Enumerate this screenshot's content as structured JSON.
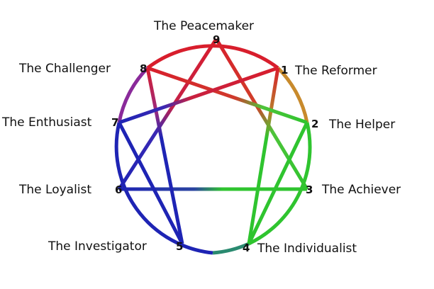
{
  "colors": {
    "background": "#ffffff",
    "text": "#111111",
    "head_center": "#d81e2c",
    "heart_center": "#2fc42f",
    "gut_center": "#1e24b4"
  },
  "points": [
    {
      "number": "9",
      "name": "The Peacemaker"
    },
    {
      "number": "1",
      "name": "The Reformer"
    },
    {
      "number": "2",
      "name": "The Helper"
    },
    {
      "number": "3",
      "name": "The Achiever"
    },
    {
      "number": "4",
      "name": "The Individualist"
    },
    {
      "number": "5",
      "name": "The Investigator"
    },
    {
      "number": "6",
      "name": "The Loyalist"
    },
    {
      "number": "7",
      "name": "The Enthusiast"
    },
    {
      "number": "8",
      "name": "The Challenger"
    }
  ]
}
